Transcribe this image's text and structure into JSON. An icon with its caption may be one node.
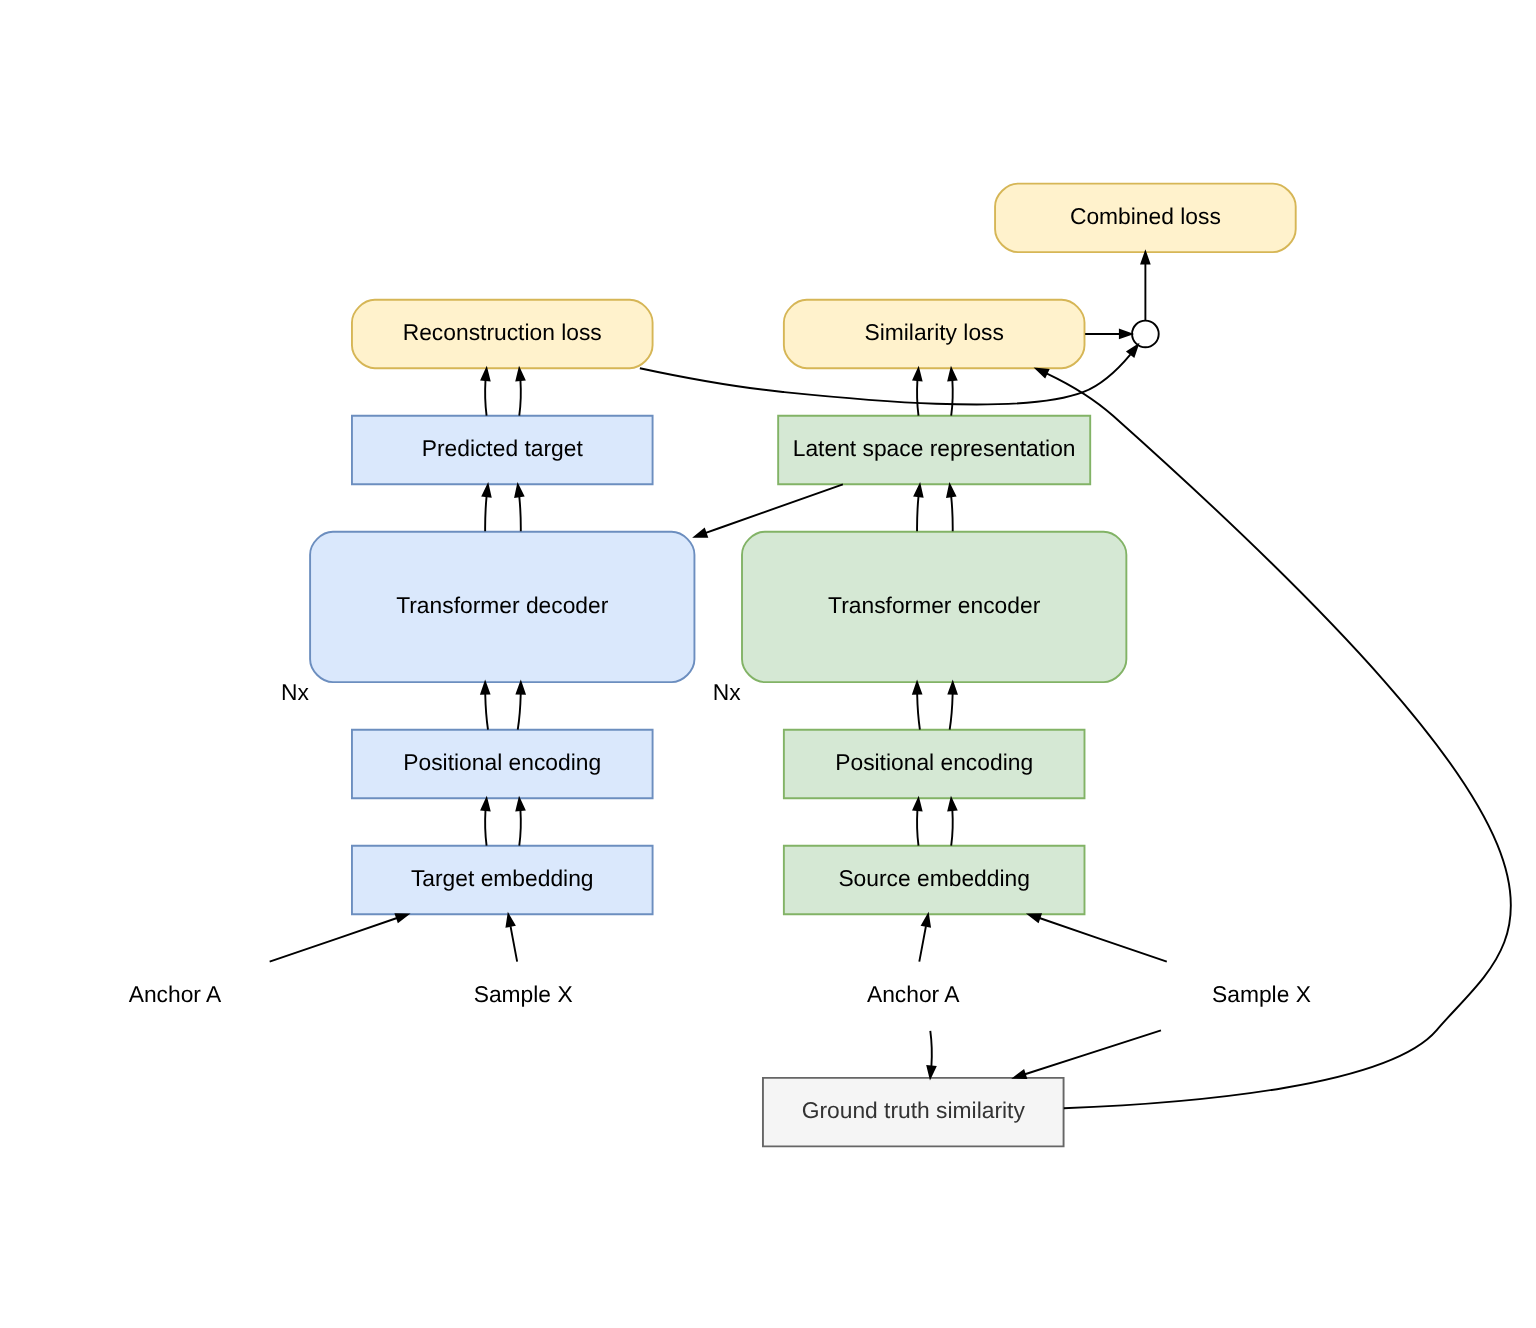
{
  "diagram": {
    "nodes": [
      {
        "text": [
          "Combined loss"
        ]
      },
      {
        "text": [
          "Similarity loss"
        ]
      },
      {
        "text": [],
        "shape": "circle"
      },
      {
        "text": [
          "Reconstruction loss"
        ]
      },
      {
        "text": [
          "Latent space representation"
        ]
      },
      {
        "text": [
          "Predicted target"
        ]
      },
      {
        "text": [
          "Transformer encoder"
        ],
        "beside": [
          "Nx"
        ]
      },
      {
        "text": [
          "Transformer decoder"
        ],
        "beside": [
          "Nx"
        ]
      },
      {
        "text": [
          "Positional encoding"
        ]
      },
      {
        "text": [
          "Positional encoding"
        ]
      },
      {
        "text": [
          "Source embedding"
        ]
      },
      {
        "text": [
          "Target embedding"
        ]
      },
      {
        "text": [
          "Anchor A"
        ]
      },
      {
        "text": [
          "Sample X"
        ]
      },
      {
        "text": [
          "Anchor A"
        ]
      },
      {
        "text": [
          "Sample X"
        ]
      },
      {
        "text": [
          "Ground truth similarity"
        ]
      }
    ],
    "edges": [
      {
        "from": 2,
        "to": 0,
        "arrow": "to"
      },
      {
        "from": 1,
        "to": 2,
        "arrow": "to"
      },
      {
        "from": 3,
        "to": 2,
        "arrow": "to"
      },
      {
        "from": 4,
        "to": 1,
        "arrow": "to"
      },
      {
        "from": 4,
        "to": 1,
        "arrow": "to"
      },
      {
        "from": 5,
        "to": 3,
        "arrow": "to"
      },
      {
        "from": 5,
        "to": 3,
        "arrow": "to"
      },
      {
        "from": 4,
        "to": 7,
        "arrow": "to"
      },
      {
        "from": 6,
        "to": 4,
        "arrow": "to"
      },
      {
        "from": 6,
        "to": 4,
        "arrow": "to"
      },
      {
        "from": 7,
        "to": 5,
        "arrow": "to"
      },
      {
        "from": 7,
        "to": 5,
        "arrow": "to"
      },
      {
        "from": 8,
        "to": 6,
        "arrow": "to"
      },
      {
        "from": 8,
        "to": 6,
        "arrow": "to"
      },
      {
        "from": 9,
        "to": 7,
        "arrow": "to"
      },
      {
        "from": 9,
        "to": 7,
        "arrow": "to"
      },
      {
        "from": 10,
        "to": 8,
        "arrow": "to"
      },
      {
        "from": 10,
        "to": 8,
        "arrow": "to"
      },
      {
        "from": 11,
        "to": 9,
        "arrow": "to"
      },
      {
        "from": 11,
        "to": 9,
        "arrow": "to"
      },
      {
        "from": 12,
        "to": 10,
        "arrow": "to"
      },
      {
        "from": 13,
        "to": 10,
        "arrow": "to"
      },
      {
        "from": 14,
        "to": 11,
        "arrow": "to"
      },
      {
        "from": 15,
        "to": 11,
        "arrow": "to"
      },
      {
        "from": 12,
        "to": 16,
        "arrow": "to"
      },
      {
        "from": 13,
        "to": 16,
        "arrow": "to"
      },
      {
        "from": 16,
        "to": 1,
        "arrow": "to"
      }
    ]
  }
}
